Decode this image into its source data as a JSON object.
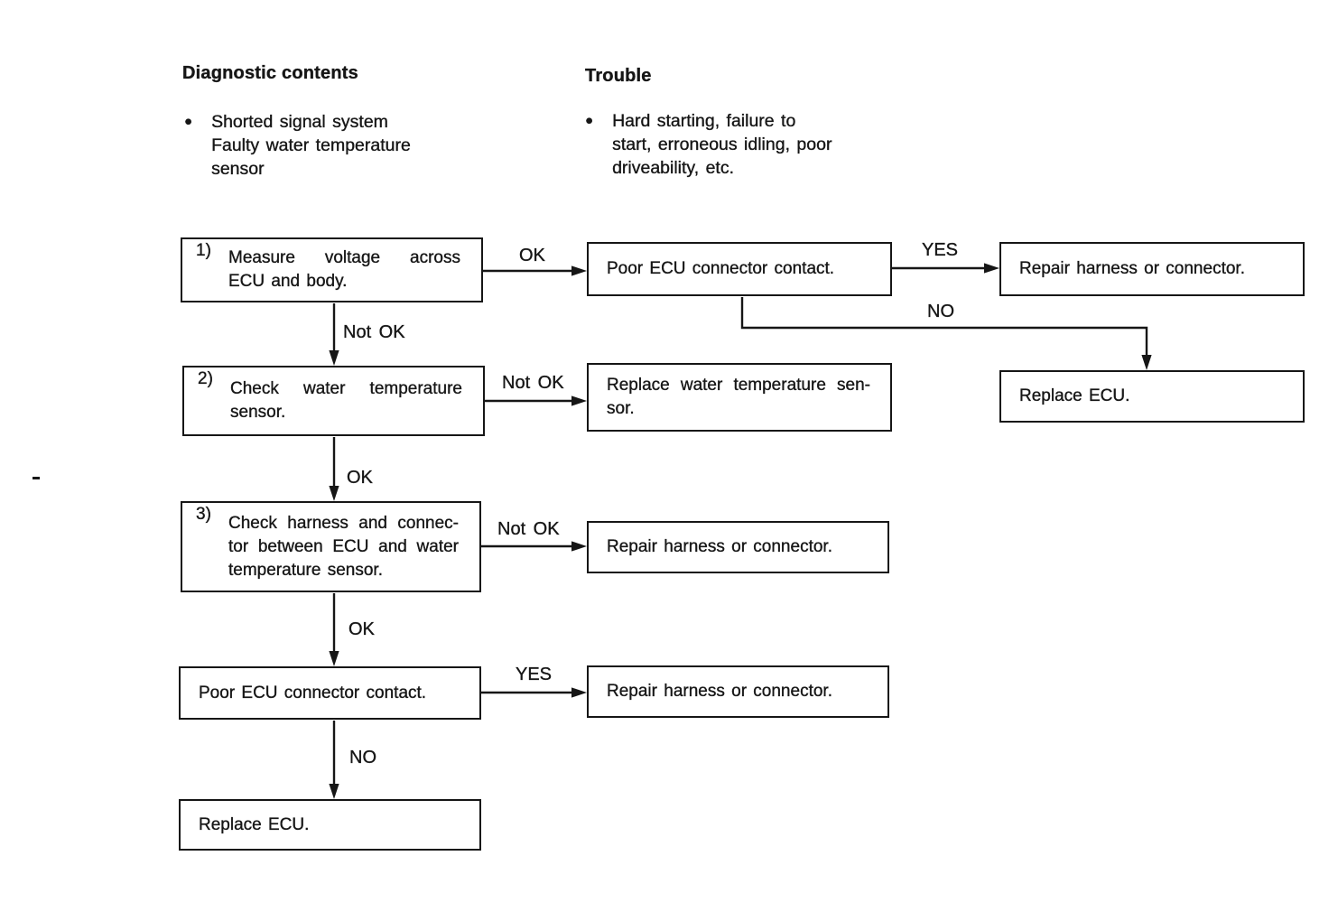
{
  "page": {
    "background": "#ffffff",
    "ink": "#161616"
  },
  "sections": {
    "diagnostic": {
      "title": "Diagnostic contents",
      "bullet": "●",
      "text": "Shorted signal system\nFaulty water temperature\nsensor"
    },
    "trouble": {
      "title": "Trouble",
      "bullet": "●",
      "text": "Hard starting, failure to\nstart, erroneous idling, poor\ndriveability, etc."
    }
  },
  "flow": {
    "step1": {
      "number": "1)",
      "line1": "Measure voltage across",
      "line2": "ECU and body."
    },
    "poor_ecu_top": {
      "text": "Poor ECU connector contact."
    },
    "repair_top": {
      "text": "Repair harness or connector."
    },
    "replace_ecu_top": {
      "text": "Replace ECU."
    },
    "step2": {
      "number": "2)",
      "line1": "Check water temperature",
      "line2": "sensor."
    },
    "replace_sensor": {
      "line1": "Replace water temperature sen-",
      "line2": "sor."
    },
    "step3": {
      "number": "3)",
      "line1": "Check harness and connec-",
      "line2": "tor between ECU and water",
      "line3": "temperature sensor."
    },
    "repair_mid": {
      "text": "Repair harness or connector."
    },
    "poor_ecu_bottom": {
      "text": "Poor ECU connector contact."
    },
    "repair_bottom": {
      "text": "Repair harness or connector."
    },
    "replace_ecu_bottom": {
      "text": "Replace ECU."
    }
  },
  "labels": {
    "ok1": "OK",
    "yes1": "YES",
    "no1": "NO",
    "not_ok1": "Not OK",
    "not_ok2": "Not OK",
    "ok2": "OK",
    "not_ok3": "Not OK",
    "ok3": "OK",
    "yes2": "YES",
    "no2": "NO"
  }
}
